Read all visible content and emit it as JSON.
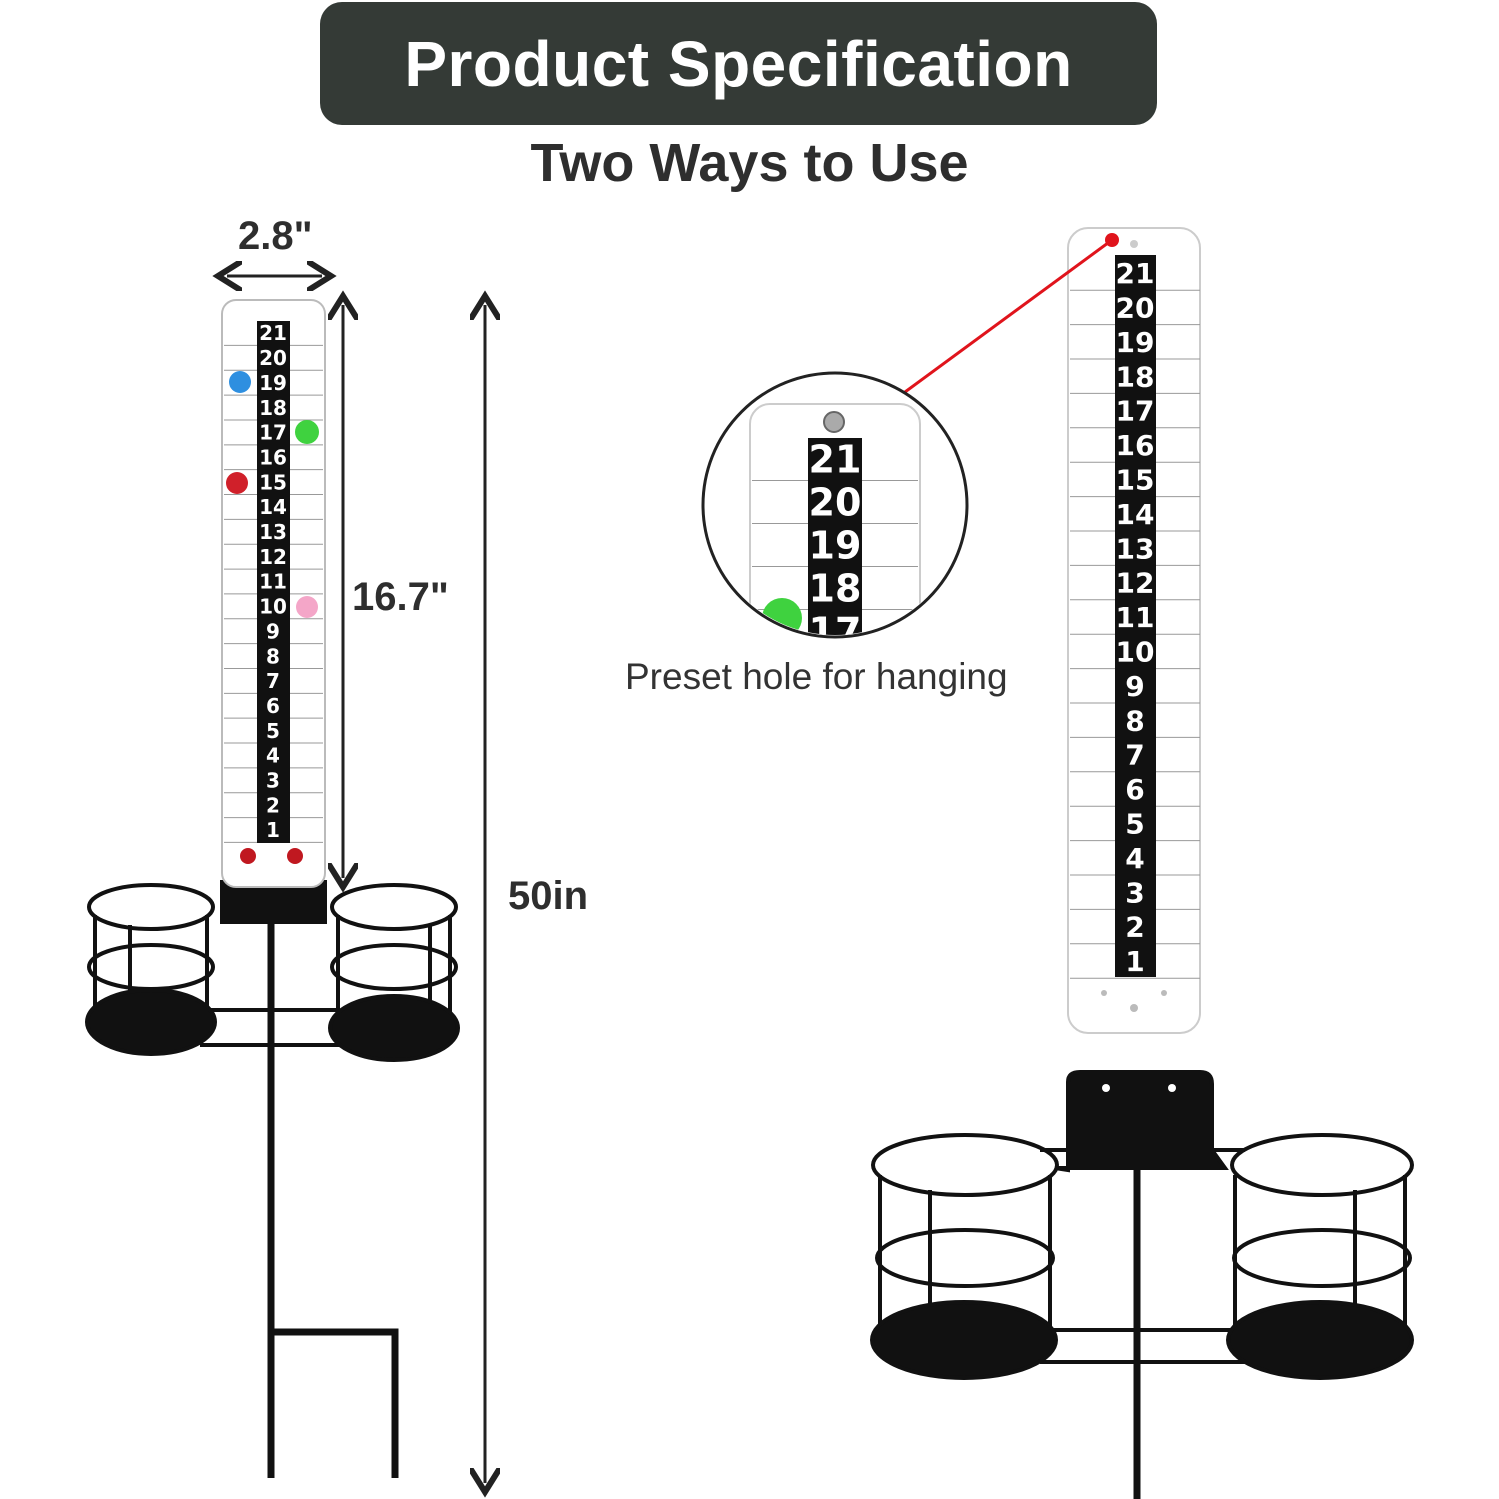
{
  "header": {
    "title": "Product Specification",
    "subtitle": "Two Ways to Use"
  },
  "dimensions": {
    "width": "2.8\"",
    "board_height": "16.7\"",
    "total_height": "50in"
  },
  "callout": {
    "label": "Preset hole for hanging"
  },
  "scale_numbers": [
    "21",
    "20",
    "19",
    "18",
    "17",
    "16",
    "15",
    "14",
    "13",
    "12",
    "11",
    "10",
    "9",
    "8",
    "7",
    "6",
    "5",
    "4",
    "3",
    "2",
    "1"
  ],
  "inset_numbers": [
    "21",
    "20",
    "19",
    "18",
    "17"
  ],
  "colors": {
    "banner": "#343a36",
    "pointer": "#e0141c",
    "peg_blue": "#2e8fe0",
    "peg_green": "#3fd23f",
    "peg_red": "#d0202a",
    "peg_pink": "#f4a6c8"
  }
}
